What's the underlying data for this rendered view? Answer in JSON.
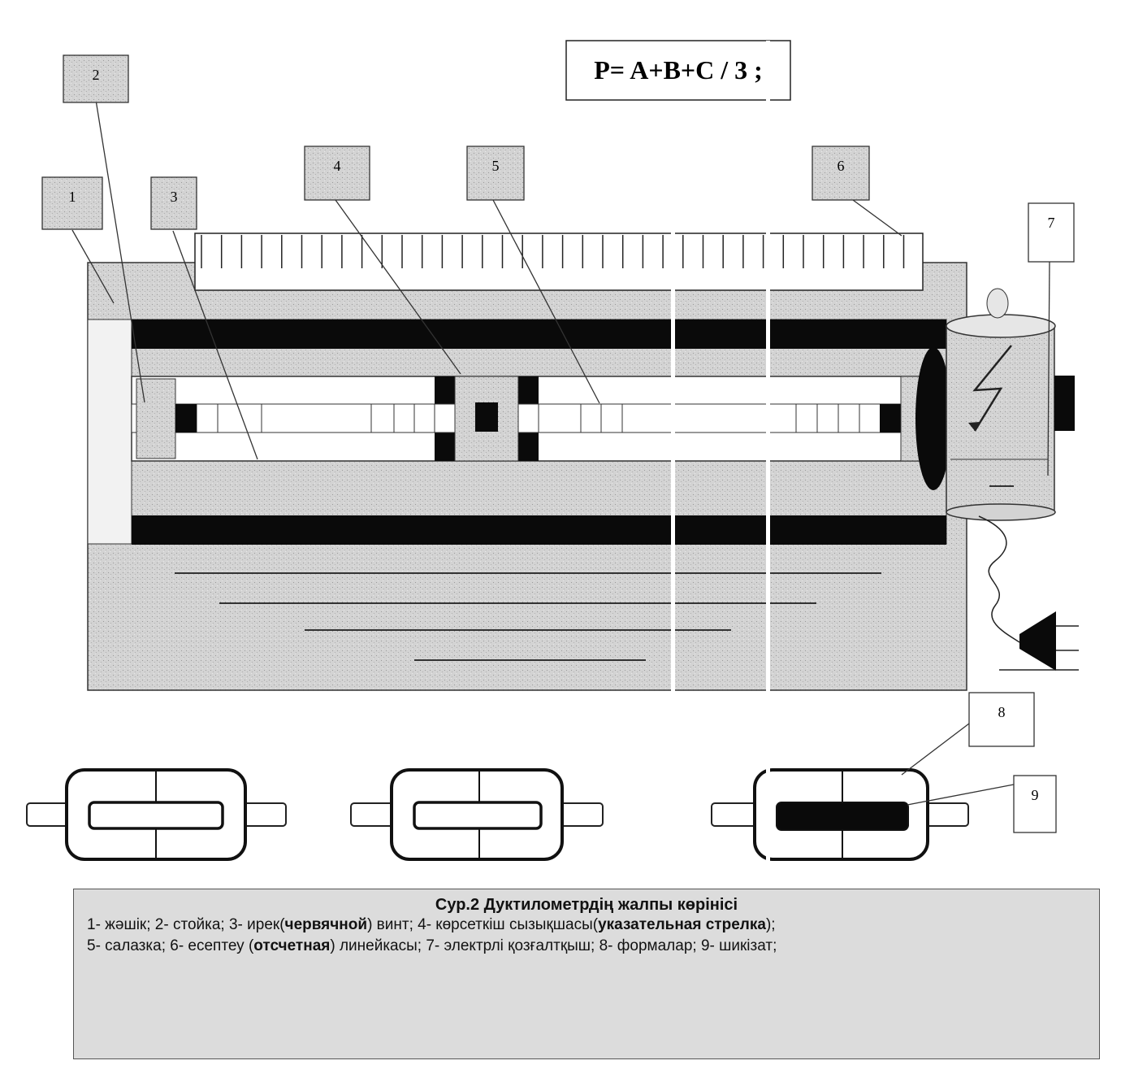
{
  "formula": "P= A+B+C / 3 ;",
  "callouts": [
    "1",
    "2",
    "3",
    "4",
    "5",
    "6",
    "7",
    "8",
    "9"
  ],
  "caption": {
    "title": "Сур.2 Дуктилометрдің жалпы көрінісі",
    "line1": {
      "t1": "1- жәшік; 2- стойка; 3- ирек(",
      "b1": "червячной",
      "t2": ") винт; 4- көрсеткіш сызықшасы(",
      "b2": "указательная стрелка",
      "t3": ");"
    },
    "line2": {
      "t1": "5- салазка; 6- есептеу (",
      "b1": "отсчетная",
      "t2": ") линейкасы; 7- электрлі қозғалтқыш; 8- формалар; 9- шикізат;"
    }
  },
  "colors": {
    "fill_gray": "#cfcfcf",
    "dark": "#0a0a0a",
    "stroke": "#333333"
  }
}
